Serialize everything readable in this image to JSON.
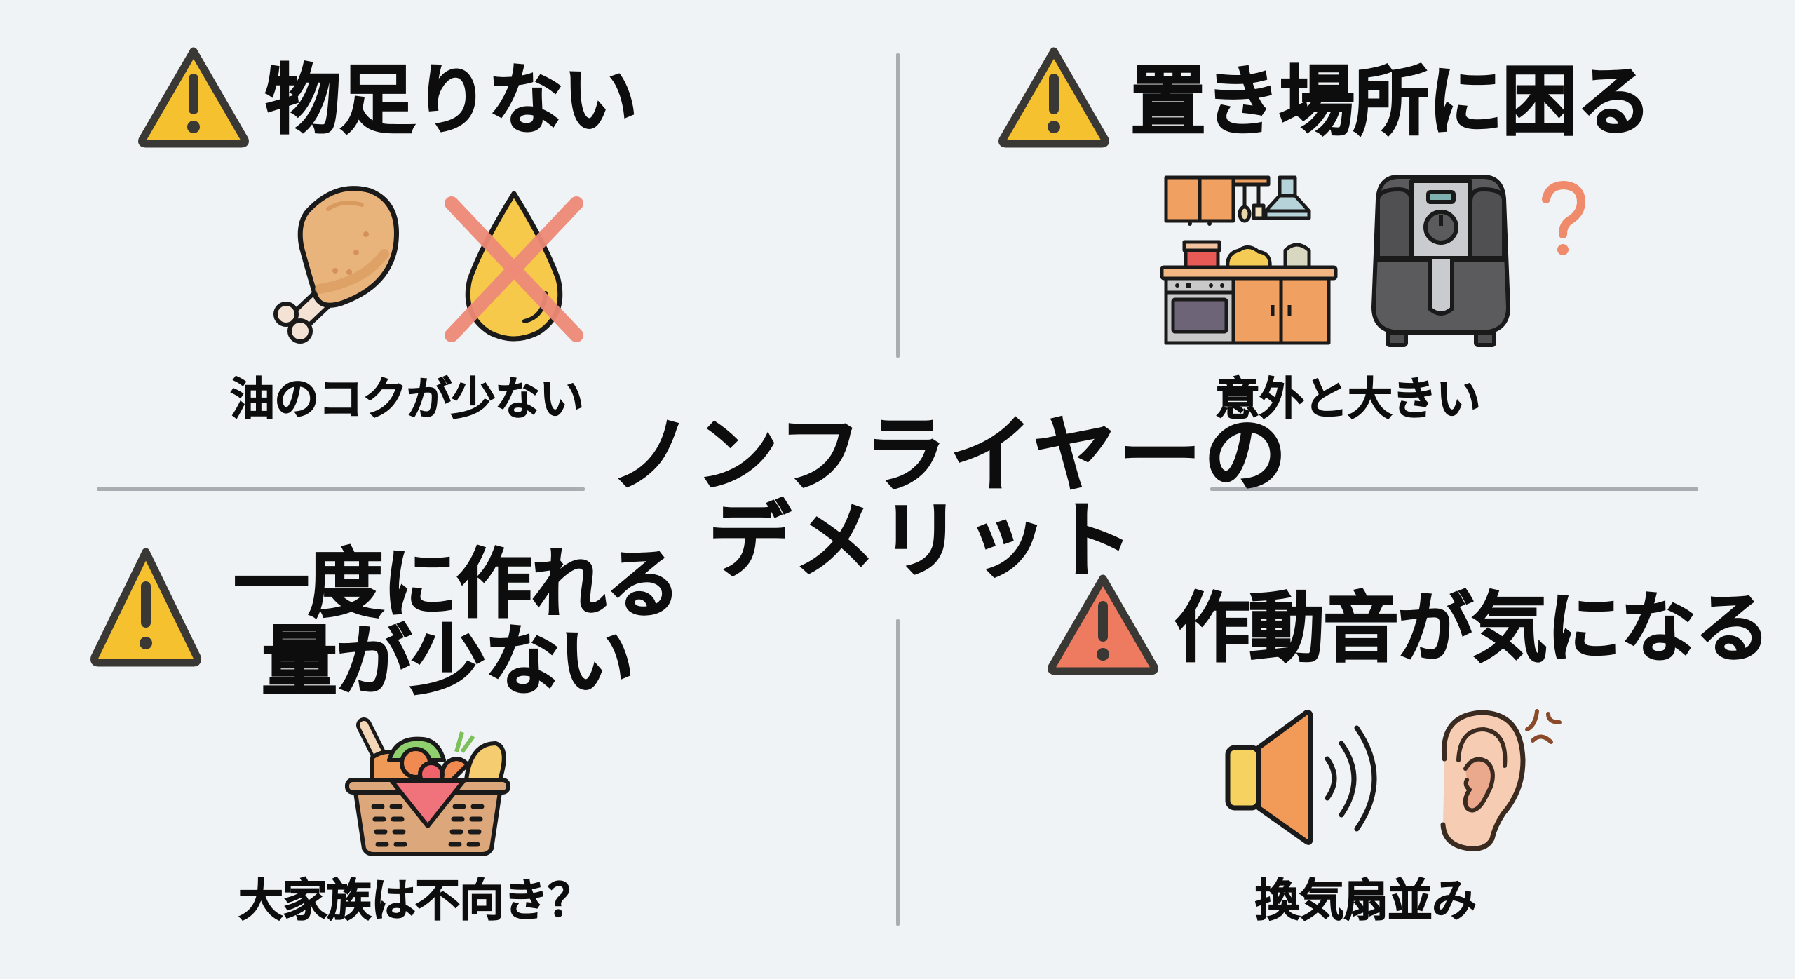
{
  "center_title": {
    "line1": "ノンフライヤーの",
    "line2": "デメリット"
  },
  "quadrants": [
    {
      "position": "top-left",
      "warning_color": "#f5c12e",
      "heading": "物足りない",
      "icons": [
        "fried-chicken-drumstick-icon",
        "crossed-oil-drop-icon"
      ],
      "caption": "油のコクが少ない"
    },
    {
      "position": "top-right",
      "warning_color": "#f5c12e",
      "heading": "置き場所に困る",
      "icons": [
        "kitchen-icon",
        "air-fryer-icon",
        "question-mark-icon"
      ],
      "caption": "意外と大きい"
    },
    {
      "position": "bottom-left",
      "warning_color": "#f5c12e",
      "heading_line1": "一度に作れる",
      "heading_line2": "量が少ない",
      "icons": [
        "food-basket-icon"
      ],
      "caption": "大家族は不向き？"
    },
    {
      "position": "bottom-right",
      "warning_color": "#ee7a60",
      "heading": "作動音が気になる",
      "icons": [
        "speaker-sound-icon",
        "annoyed-ear-icon"
      ],
      "caption": "換気扇並み"
    }
  ],
  "colors": {
    "background": "#f0f3f6",
    "divider": "#a9adb1",
    "text": "#0d0d0d",
    "warning_yellow": "#f5c12e",
    "warning_red": "#ee7a60",
    "cross_red": "#ee8a78"
  }
}
